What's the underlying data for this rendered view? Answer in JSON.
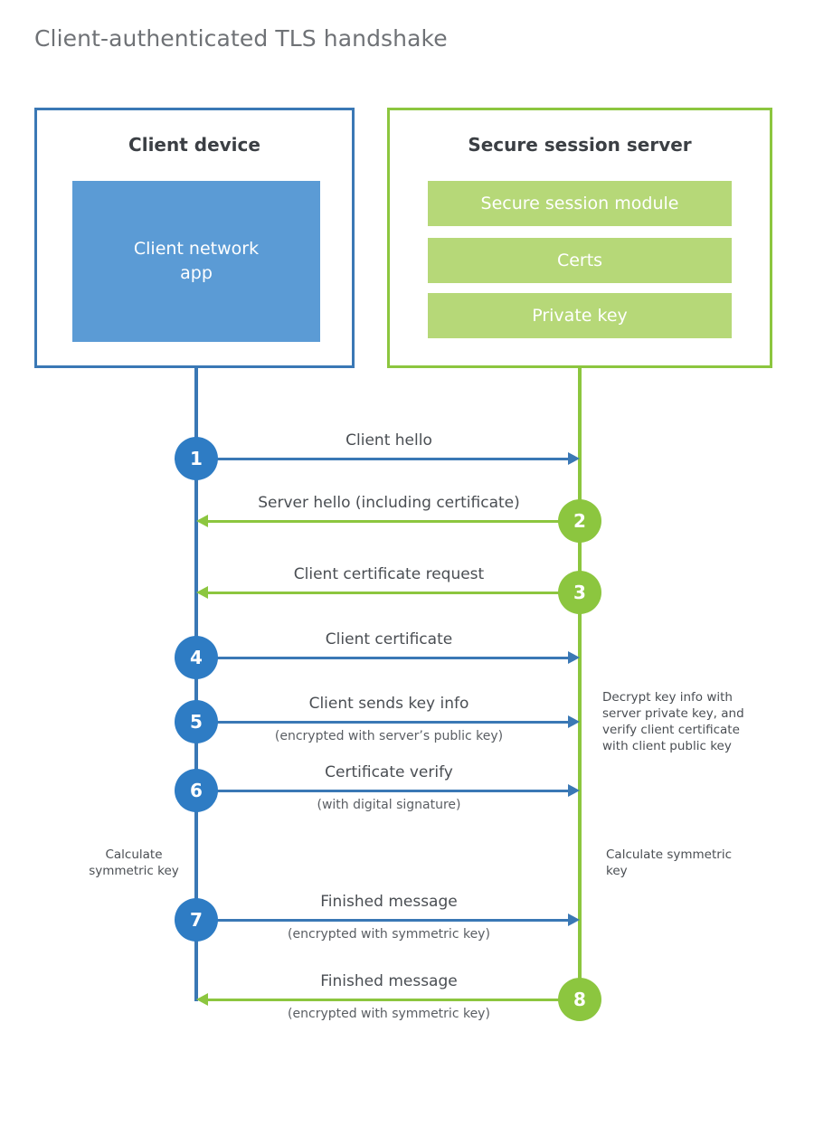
{
  "title": "Client-authenticated TLS handshake",
  "colors": {
    "client_blue": "#3a78b5",
    "client_app_fill": "#5b9bd5",
    "client_circle": "#2e7cc4",
    "server_green": "#8cc63f",
    "server_bar_fill": "#b6d878",
    "title_gray": "#6f7276",
    "text_gray": "#4a4e53"
  },
  "client": {
    "title": "Client device",
    "app_label": "Client network\napp"
  },
  "server": {
    "title": "Secure session server",
    "components": [
      "Secure session module",
      "Certs",
      "Private key"
    ]
  },
  "messages": [
    {
      "step": "1",
      "label": "Client hello",
      "sublabel": "",
      "direction": "right",
      "color": "blue"
    },
    {
      "step": "2",
      "label": "Server hello (including certificate)",
      "sublabel": "",
      "direction": "left",
      "color": "green"
    },
    {
      "step": "3",
      "label": "Client certificate request",
      "sublabel": "",
      "direction": "left",
      "color": "green"
    },
    {
      "step": "4",
      "label": "Client certificate",
      "sublabel": "",
      "direction": "right",
      "color": "blue"
    },
    {
      "step": "5",
      "label": "Client sends key info",
      "sublabel": "(encrypted with server’s public key)",
      "direction": "right",
      "color": "blue"
    },
    {
      "step": "6",
      "label": "Certificate verify",
      "sublabel": "(with digital signature)",
      "direction": "right",
      "color": "blue"
    },
    {
      "step": "7",
      "label": "Finished message",
      "sublabel": "(encrypted with symmetric key)",
      "direction": "right",
      "color": "blue"
    },
    {
      "step": "8",
      "label": "Finished message",
      "sublabel": "(encrypted with symmetric key)",
      "direction": "left",
      "color": "green"
    }
  ],
  "notes": {
    "server_decrypt": "Decrypt key info with server private key, and verify client certificate with client public key",
    "client_calculate": "Calculate symmetric key",
    "server_calculate": "Calculate symmetric key"
  }
}
